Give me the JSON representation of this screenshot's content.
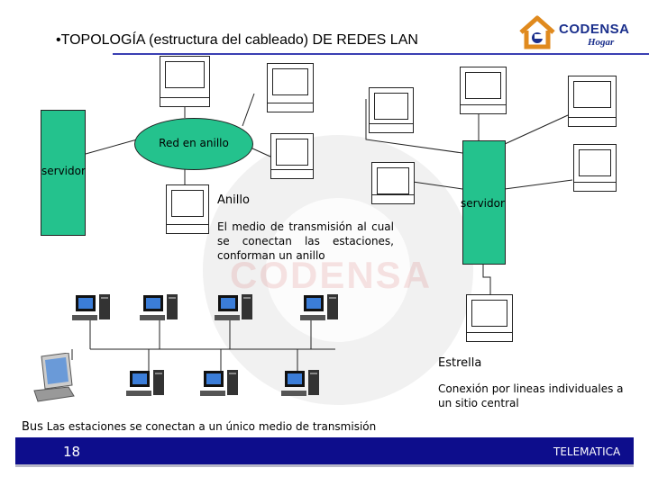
{
  "slide": {
    "title": "•TOPOLOGÍA (estructura del cableado) DE REDES LAN",
    "page_number": "18",
    "footer_label": "TELEMATICA"
  },
  "logo": {
    "brand": "CODENSA",
    "sub": "Hogar",
    "accent_color": "#e08a1e",
    "text_color": "#1a2f8c"
  },
  "watermark": {
    "text": "CODENSA"
  },
  "ring": {
    "center_label": "Red en anillo",
    "server_label": "servidor",
    "title": "Anillo",
    "description": "El medio de transmisión al cual se conectan las estaciones, conforman un anillo"
  },
  "star": {
    "server_label": "servidor",
    "title": "Estrella",
    "description": "Conexión por lineas individuales a un sitio central"
  },
  "bus": {
    "title": "Bus",
    "description": "Las estaciones se conectan a un único medio de transmisión"
  },
  "colors": {
    "node_green": "#24c28d",
    "footer_blue": "#0d0d8c",
    "title_rule": "#3a3fb3"
  }
}
